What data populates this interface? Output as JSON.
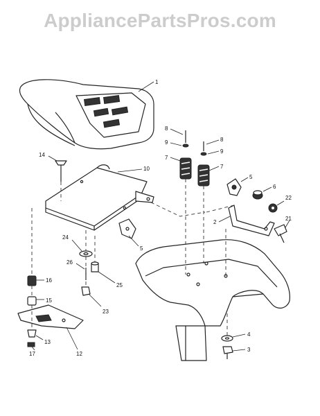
{
  "watermark": "AppliancePartsPros.com",
  "callouts": {
    "c1": "1",
    "c2": "2",
    "c3": "3",
    "c4": "4",
    "c5a": "5",
    "c5b": "5",
    "c6": "6",
    "c7a": "7",
    "c7b": "7",
    "c8a": "8",
    "c8b": "8",
    "c9a": "9",
    "c9b": "9",
    "c10": "10",
    "c12": "12",
    "c13": "13",
    "c14": "14",
    "c15": "15",
    "c16": "16",
    "c17": "17",
    "c21": "21",
    "c22": "22",
    "c23": "23",
    "c24": "24",
    "c25": "25",
    "c26": "26"
  }
}
